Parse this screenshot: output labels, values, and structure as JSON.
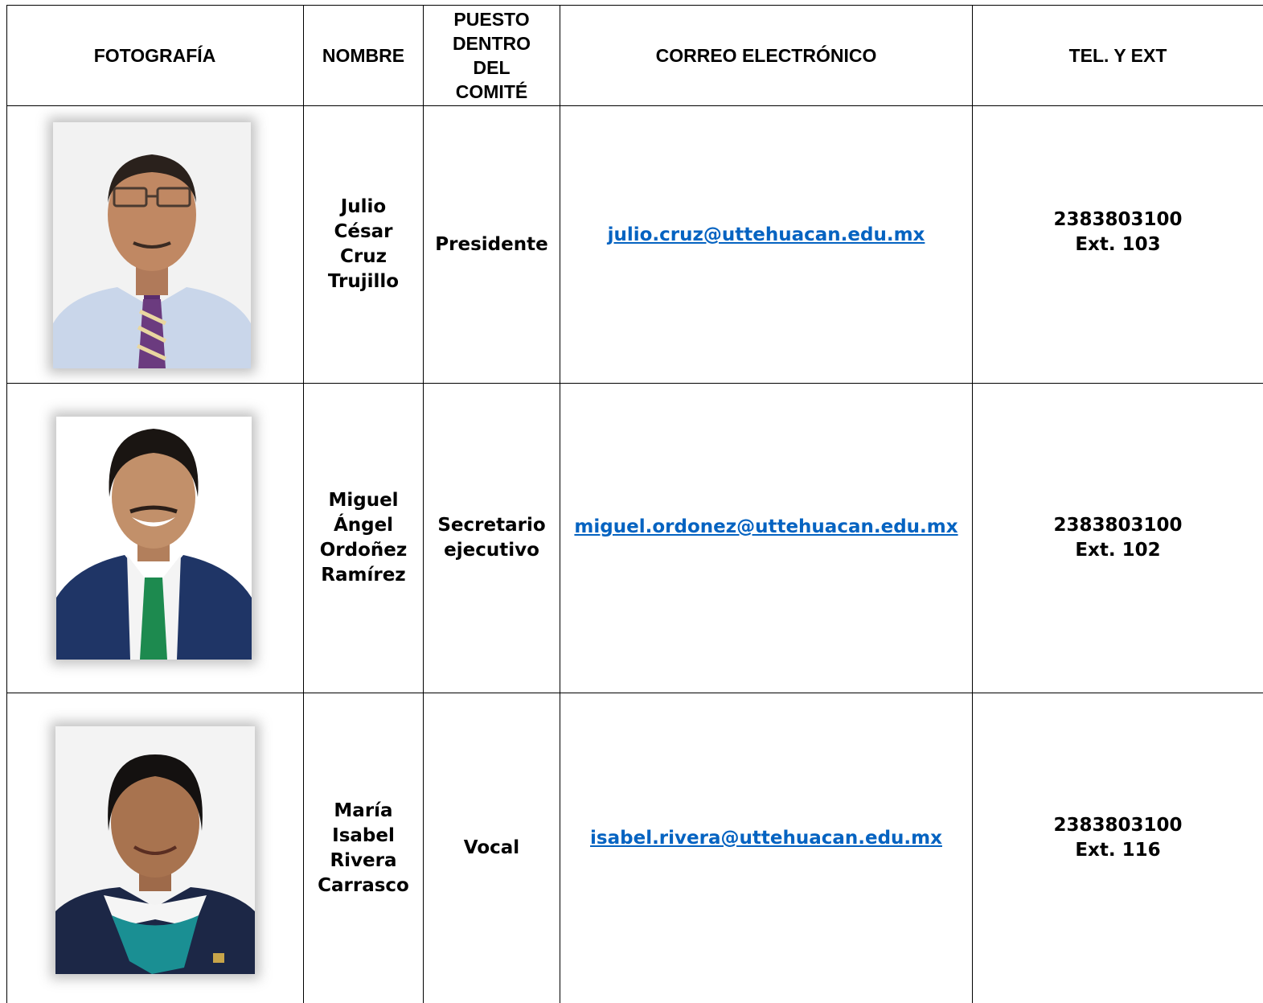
{
  "headers": {
    "photo": "FOTOGRAFÍA",
    "name": "NOMBRE",
    "position": [
      "PUESTO",
      "DENTRO",
      "DEL",
      "COMITÉ"
    ],
    "email": "CORREO ELECTRÓNICO",
    "phone": "TEL. Y EXT"
  },
  "rows": [
    {
      "name": [
        "Julio",
        "César",
        "Cruz",
        "Trujillo"
      ],
      "position": [
        "Presidente"
      ],
      "email": "julio.cruz@uttehuacan.edu.mx",
      "phone": "2383803100",
      "ext": "Ext. 103"
    },
    {
      "name": [
        "Miguel",
        "Ángel",
        "Ordoñez",
        "Ramírez"
      ],
      "position": [
        "Secretario",
        "ejecutivo"
      ],
      "email": "miguel.ordonez@uttehuacan.edu.mx",
      "phone": "2383803100",
      "ext": "Ext. 102"
    },
    {
      "name": [
        "María",
        "Isabel",
        "Rivera",
        "Carrasco"
      ],
      "position": [
        "Vocal"
      ],
      "email": "isabel.rivera@uttehuacan.edu.mx",
      "phone": "2383803100",
      "ext": "Ext. 116"
    }
  ],
  "colors": {
    "link": "#0563c1",
    "border": "#000000",
    "row1_shirt": "#c9d6ea",
    "row2_suit": "#1f3566",
    "row2_tie": "#1d8a4f",
    "row3_blazer": "#1c2746",
    "row3_scarf": "#1a8f93"
  }
}
